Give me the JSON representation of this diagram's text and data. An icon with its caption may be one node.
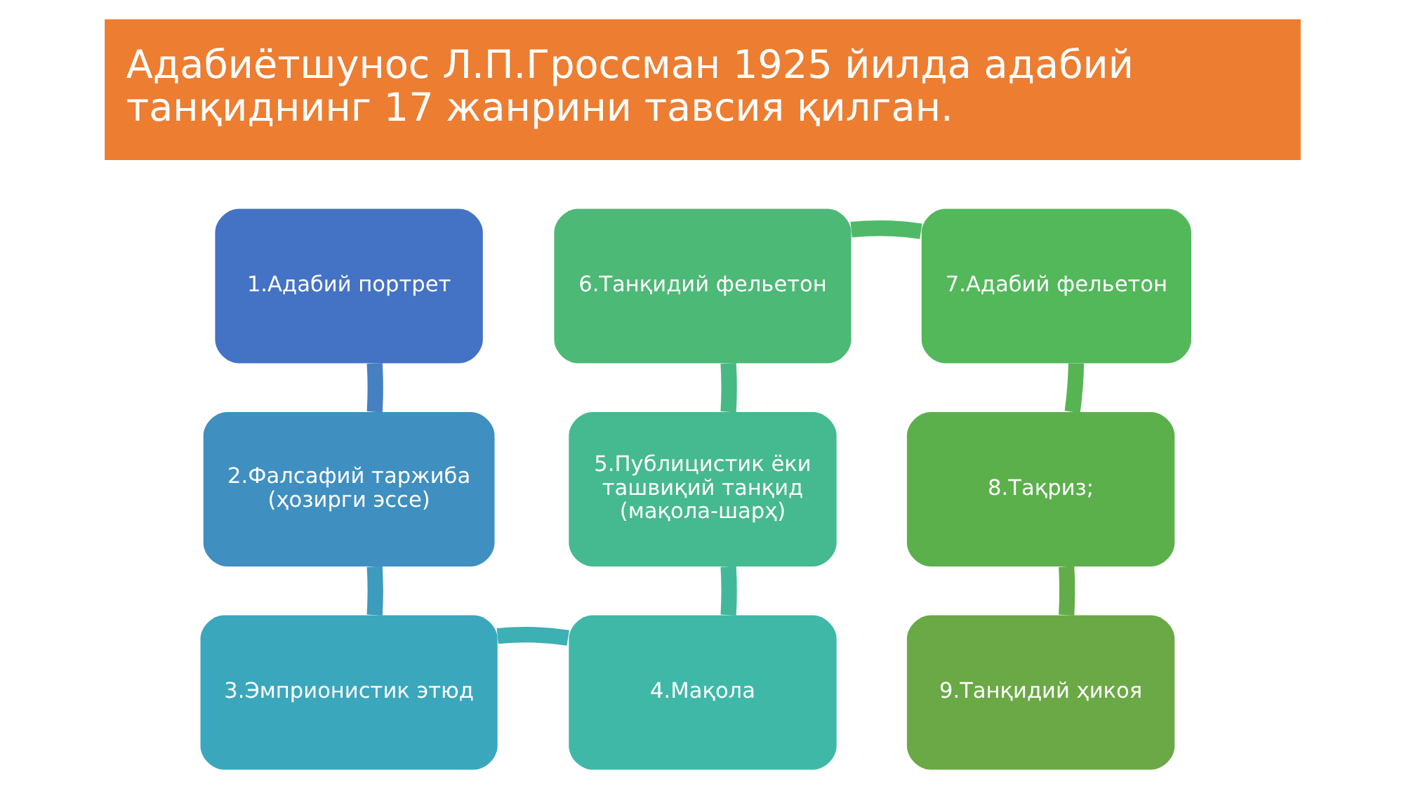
{
  "diagram": {
    "nodes": [
      {
        "text": [
          "Адабиётшунос Л.П.Гроссман 1925 йилда адабий танқиднинг 17 жанрини тавсия қилган."
        ]
      },
      {
        "text": [
          "1.Адабий портрет"
        ]
      },
      {
        "text": [
          "2.Фалсафий таржиба (ҳозирги эссе)"
        ]
      },
      {
        "text": [
          "3.Эмприонистик этюд"
        ]
      },
      {
        "text": [
          "4.Мақола"
        ]
      },
      {
        "text": [
          "5.Публицистик ёки ташвиқий танқид (мақола-шарҳ)"
        ]
      },
      {
        "text": [
          "6.Танқидий фельетон"
        ]
      },
      {
        "text": [
          "7.Адабий фельетон"
        ]
      },
      {
        "text": [
          "8.Тақриз;"
        ]
      },
      {
        "text": [
          "9.Танқидий ҳикоя"
        ]
      }
    ],
    "edges": [
      {
        "from": 1,
        "to": 2,
        "arrow": "none",
        "color": "#4480c2"
      },
      {
        "from": 2,
        "to": 3,
        "arrow": "none",
        "color": "#3d9bbe"
      },
      {
        "from": 3,
        "to": 4,
        "arrow": "none",
        "color": "#3cb0b2"
      },
      {
        "from": 4,
        "to": 5,
        "arrow": "none",
        "color": "#42b89b"
      },
      {
        "from": 5,
        "to": 6,
        "arrow": "none",
        "color": "#48b982"
      },
      {
        "from": 6,
        "to": 7,
        "arrow": "none",
        "color": "#4fb968"
      },
      {
        "from": 7,
        "to": 8,
        "arrow": "none",
        "color": "#56b453"
      },
      {
        "from": 8,
        "to": 9,
        "arrow": "none",
        "color": "#62ac49"
      }
    ]
  }
}
